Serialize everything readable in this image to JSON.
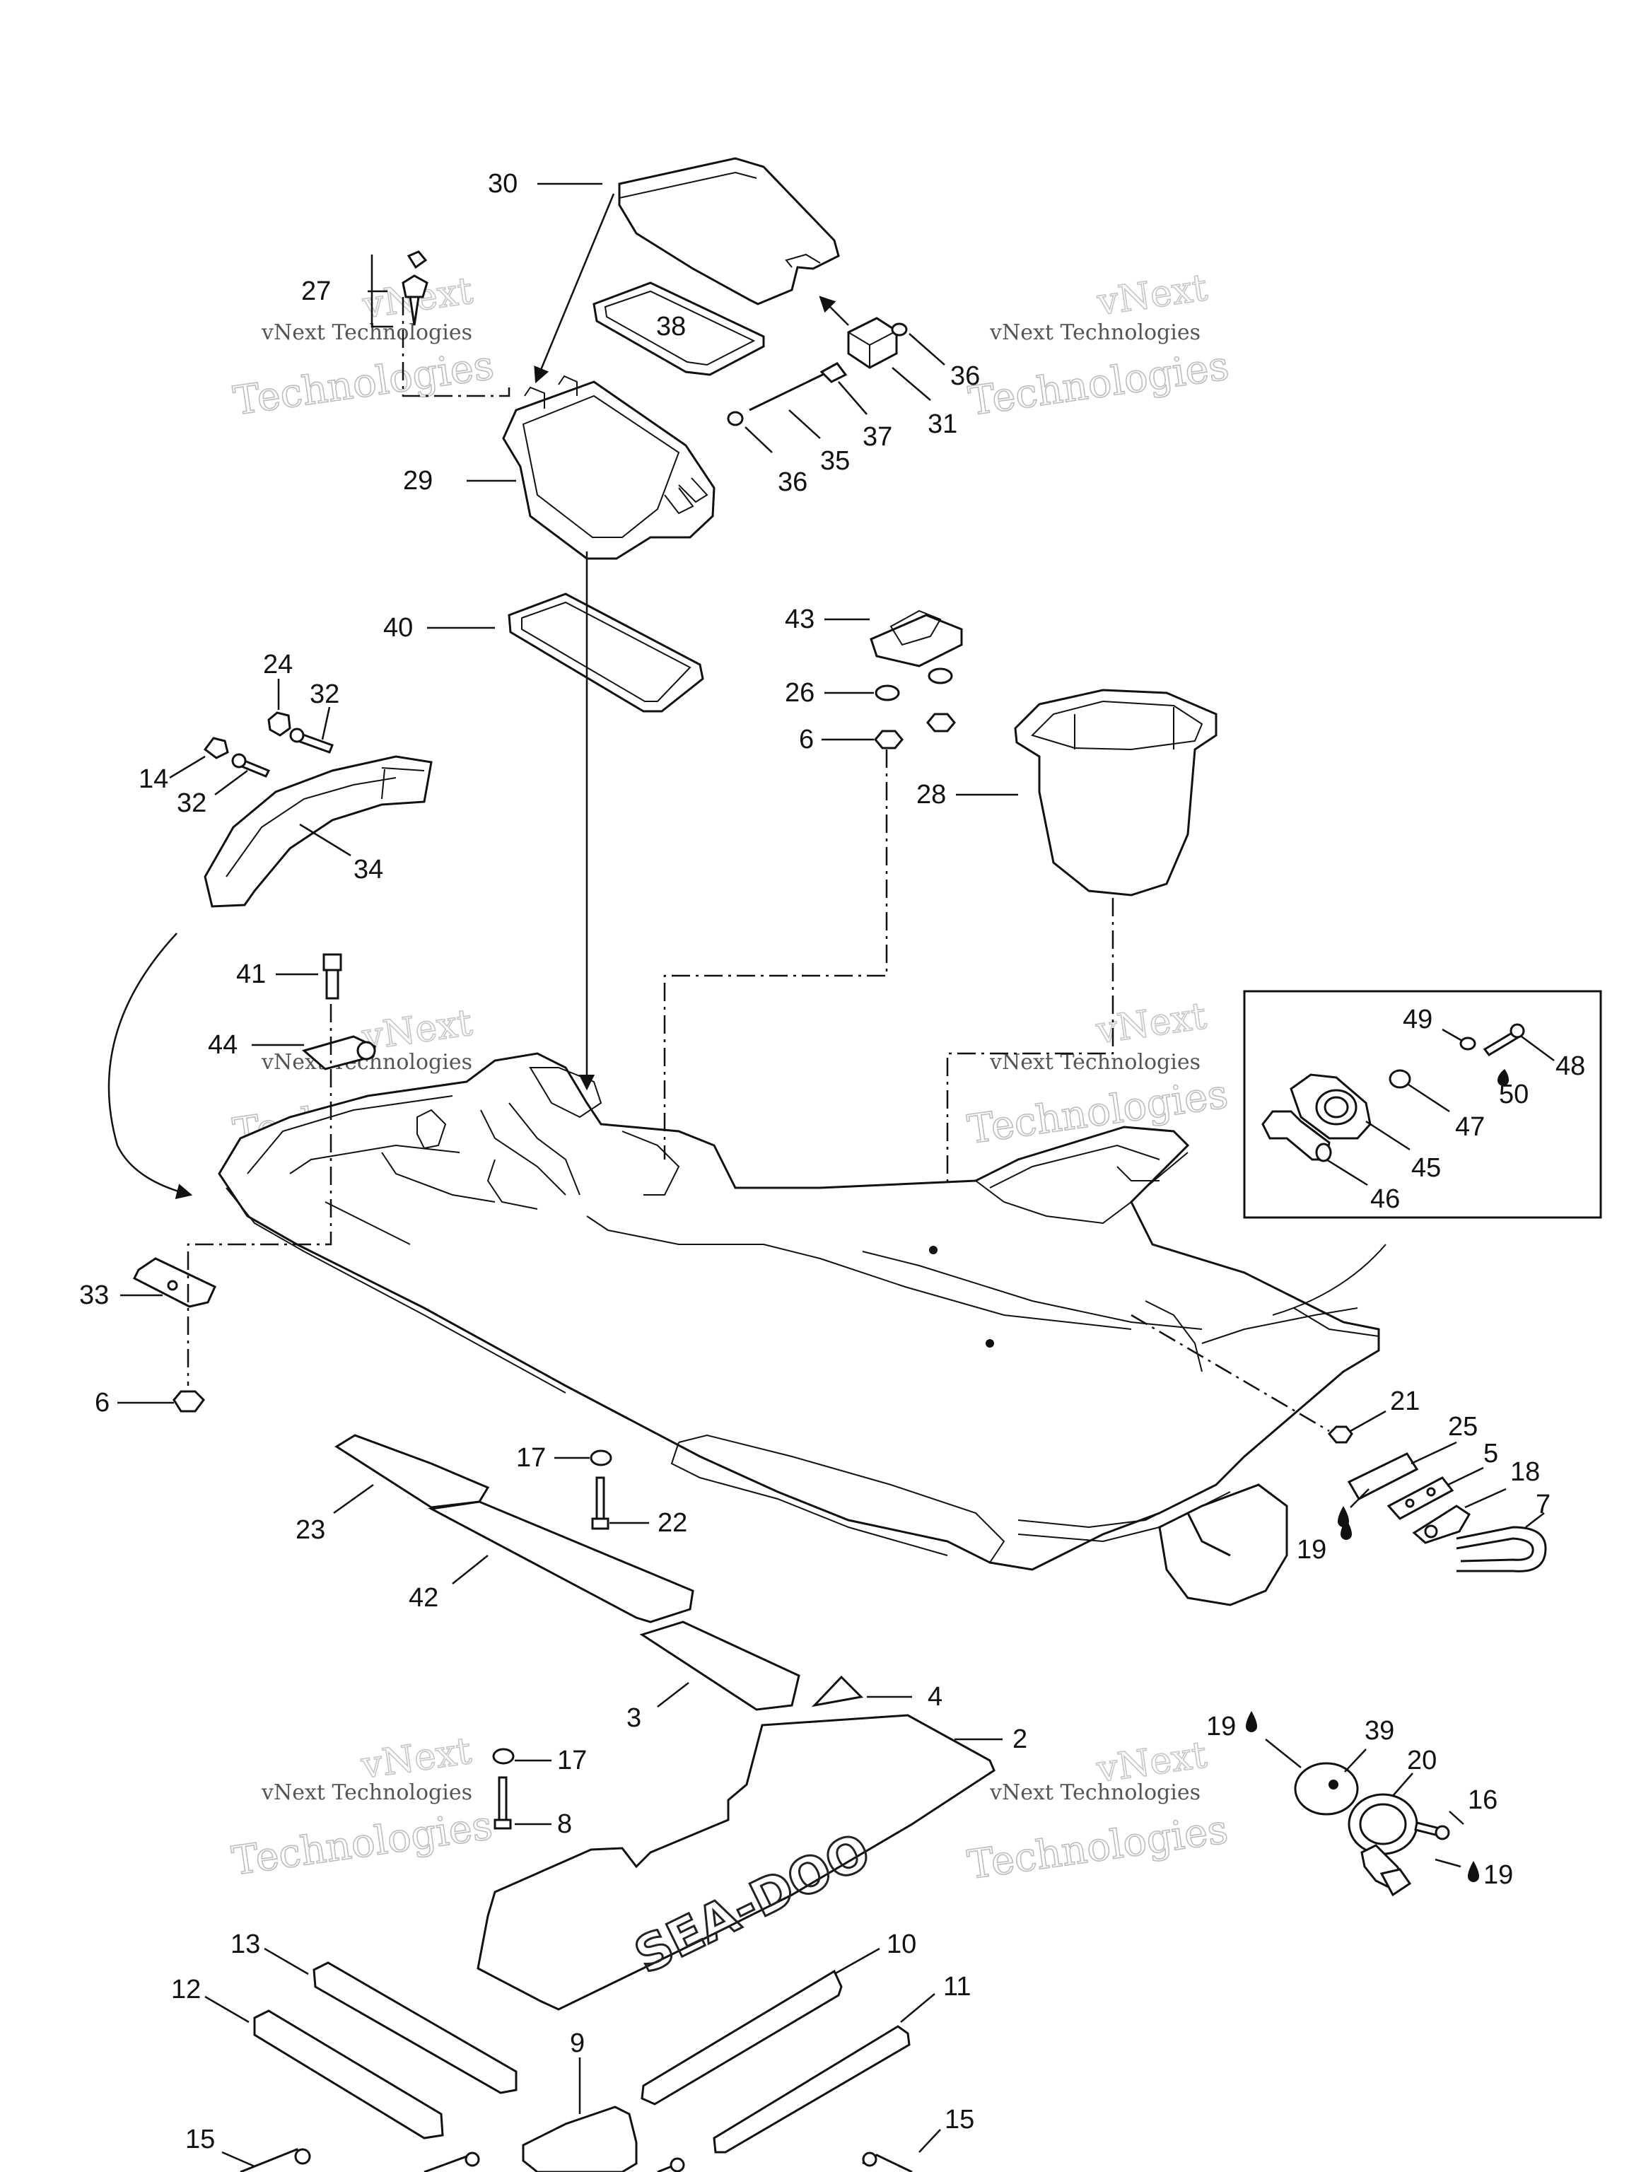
{
  "watermark": {
    "line1": "vNext Technologies",
    "line2": "Technologies",
    "line3": "vNext"
  },
  "logo_text": "SEA-DOO",
  "callouts": [
    "30",
    "27",
    "38",
    "36",
    "31",
    "37",
    "35",
    "36",
    "29",
    "40",
    "43",
    "26",
    "6",
    "28",
    "24",
    "32",
    "14",
    "32",
    "34",
    "41",
    "44",
    "49",
    "48",
    "50",
    "47",
    "45",
    "46",
    "33",
    "6",
    "21",
    "25",
    "5",
    "18",
    "7",
    "19",
    "17",
    "22",
    "23",
    "42",
    "3",
    "4",
    "2",
    "19",
    "39",
    "20",
    "16",
    "19",
    "17",
    "8",
    "13",
    "10",
    "12",
    "11",
    "9",
    "15",
    "15"
  ]
}
